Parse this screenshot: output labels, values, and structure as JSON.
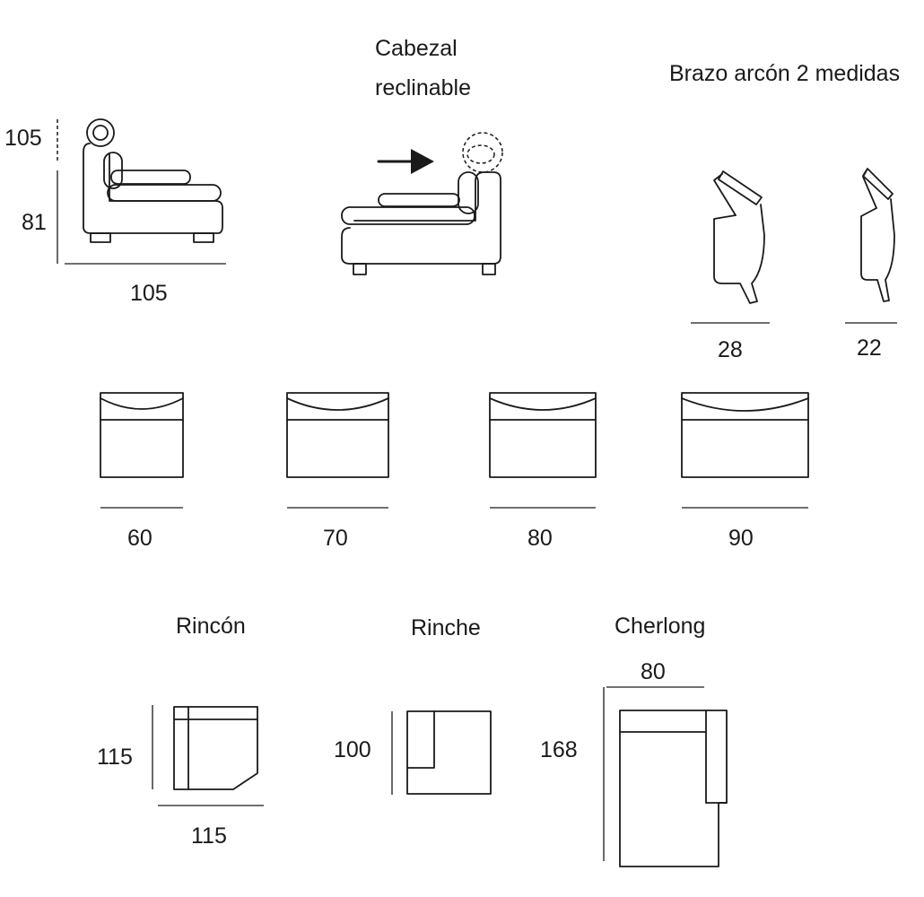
{
  "side_view": {
    "height_total": "105",
    "height_seat": "81",
    "depth": "105"
  },
  "headrest": {
    "title_line1": "Cabezal",
    "title_line2": "reclinable"
  },
  "arms": {
    "title": "Brazo arcón 2 medidas",
    "width_a": "28",
    "width_b": "22"
  },
  "modules": {
    "widths": [
      "60",
      "70",
      "80",
      "90"
    ]
  },
  "rincon": {
    "title": "Rincón",
    "height": "115",
    "width": "115"
  },
  "rinche": {
    "title": "Rinche",
    "height": "100"
  },
  "cherlong": {
    "title": "Cherlong",
    "width": "80",
    "length": "168"
  }
}
